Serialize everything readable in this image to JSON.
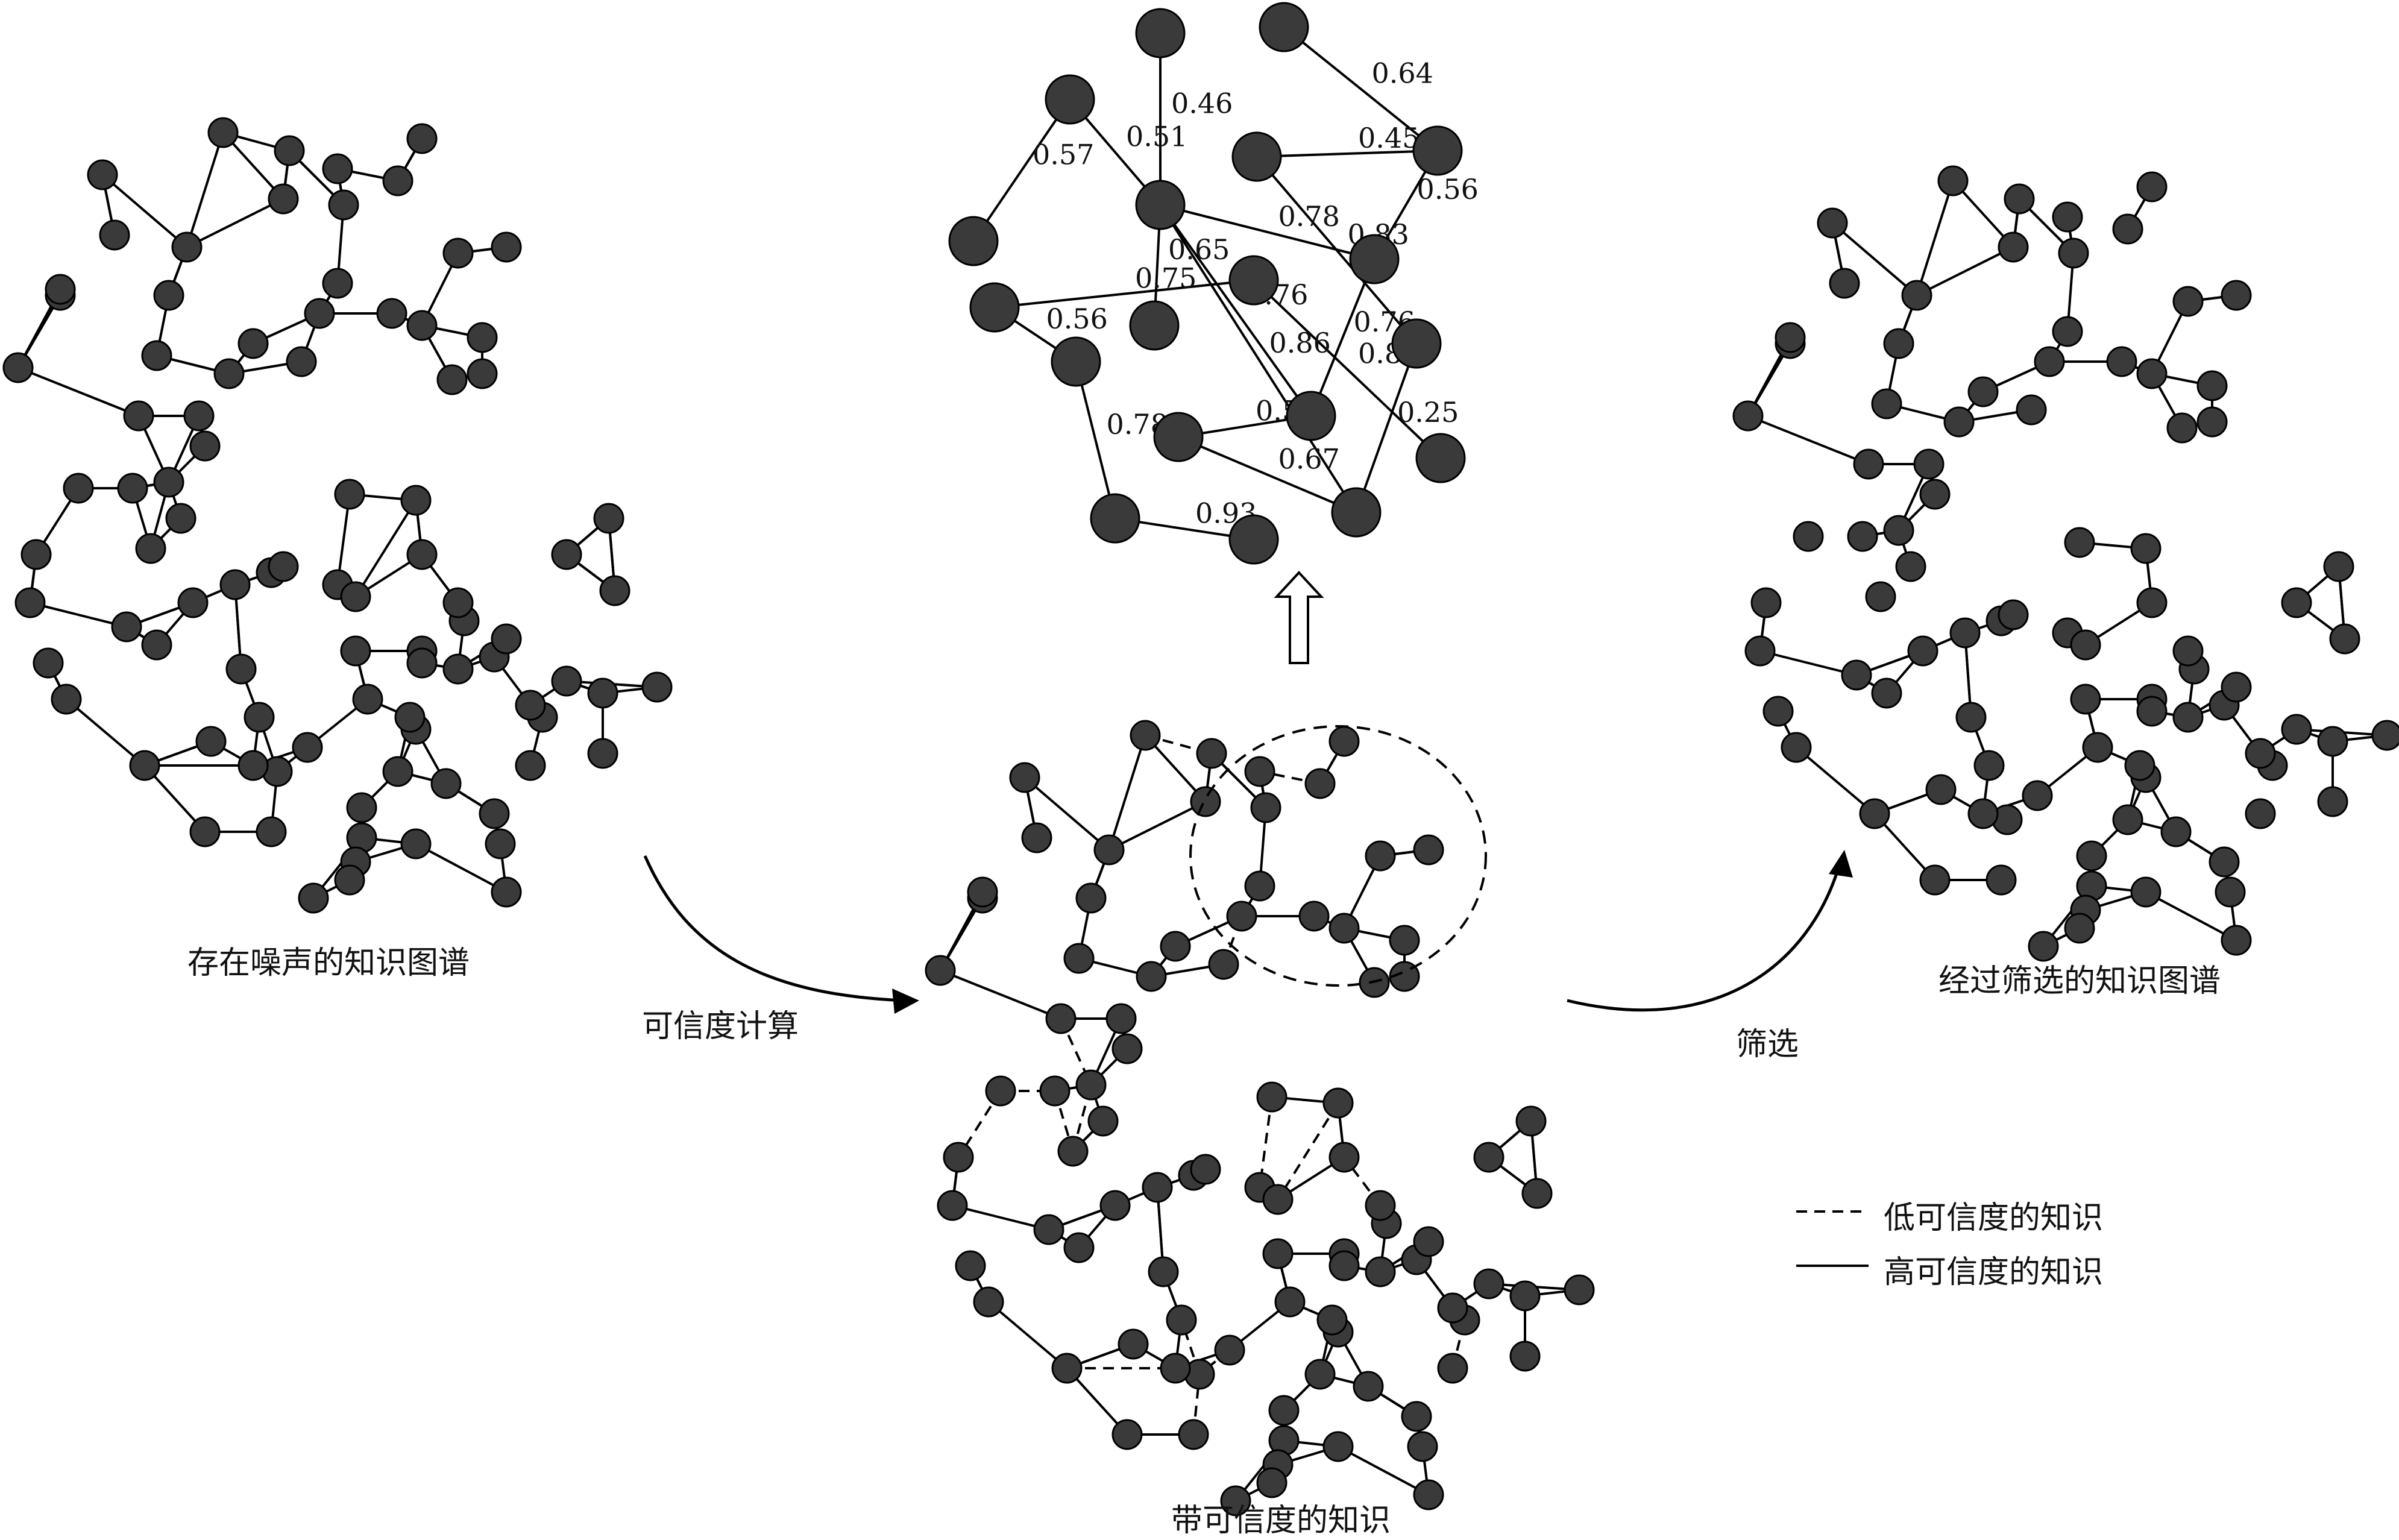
{
  "labels": {
    "left_graph": "存在噪声的知识图谱",
    "middle_graph": "带可信度的知识",
    "right_graph": "经过筛选的知识图谱",
    "arrow_left": "可信度计算",
    "arrow_right": "筛选"
  },
  "legend": {
    "low": "低可信度的知识",
    "high": "高可信度的知识"
  },
  "edge_weights": [
    "0.46",
    "0.64",
    "0.57",
    "0.51",
    "0.45",
    "0.78",
    "0.83",
    "0.56",
    "0.65",
    "0.83",
    "0.75",
    "0.76",
    "0.56",
    "0.86",
    "0.76",
    "0.52",
    "0.78",
    "0.67",
    "0.25",
    "0.93"
  ],
  "colors": {
    "node": "#3a3a3a",
    "node_stroke": "#000000",
    "edge": "#000000"
  }
}
